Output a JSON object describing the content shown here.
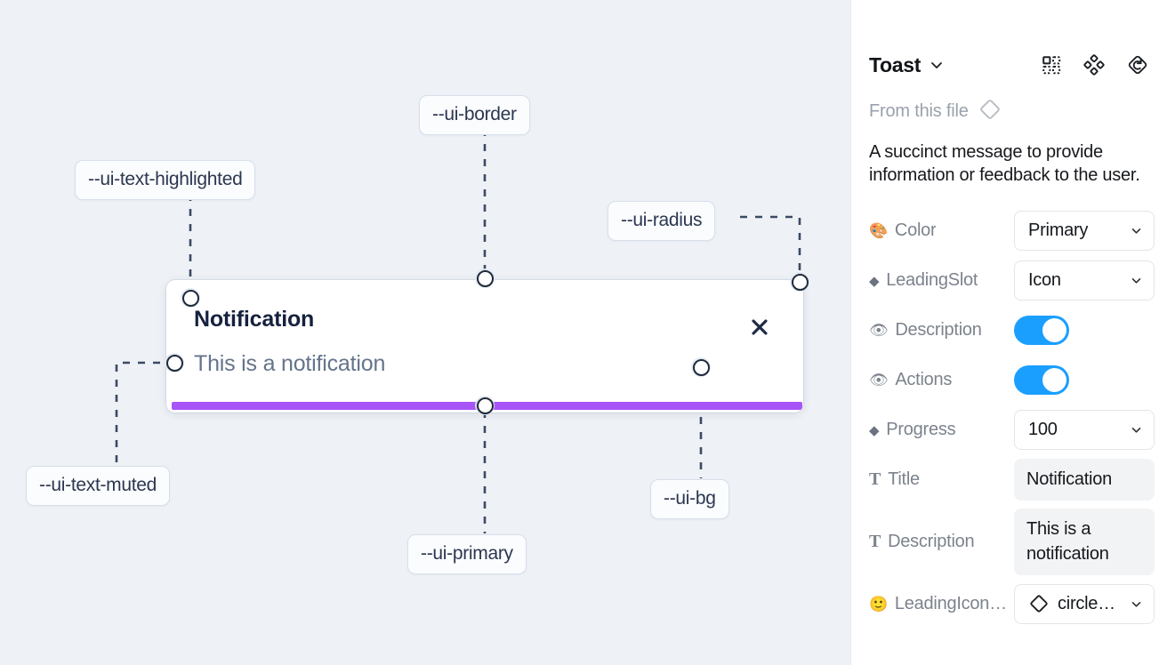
{
  "canvas": {
    "background_color": "#eef1f6",
    "toast": {
      "title": "Notification",
      "description": "This is a notification",
      "close_label": "✕",
      "progress_color": "#a855f7",
      "bg_color": "#ffffff"
    },
    "annotations": [
      {
        "id": "text-highlighted",
        "label": "--ui-text-highlighted"
      },
      {
        "id": "border",
        "label": "--ui-border"
      },
      {
        "id": "radius",
        "label": "--ui-radius"
      },
      {
        "id": "text-muted",
        "label": "--ui-text-muted"
      },
      {
        "id": "primary",
        "label": "--ui-primary"
      },
      {
        "id": "bg",
        "label": "--ui-bg"
      }
    ]
  },
  "panel": {
    "title": "Toast",
    "title_chevron_icon": "chevron-down-icon",
    "header_icons": [
      {
        "name": "component-icon"
      },
      {
        "name": "variants-icon"
      },
      {
        "name": "reset-instance-icon"
      }
    ],
    "from_this_file": {
      "label": "From this file",
      "icon": "diamond-icon"
    },
    "description": "A succinct message to provide information or feedback to the user.",
    "properties": [
      {
        "icon": "🎨",
        "icon_name": "palette-emoji",
        "label": "Color",
        "control": "select",
        "value": "Primary"
      },
      {
        "icon": "◆",
        "icon_name": "diamond-glyph",
        "label": "LeadingSlot",
        "control": "select",
        "value": "Icon"
      },
      {
        "icon": "👁",
        "icon_name": "eye-emoji",
        "label": "Description",
        "control": "toggle",
        "value": "on"
      },
      {
        "icon": "👁",
        "icon_name": "eye-emoji",
        "label": "Actions",
        "control": "toggle",
        "value": "on"
      },
      {
        "icon": "◆",
        "icon_name": "diamond-glyph",
        "label": "Progress",
        "control": "select",
        "value": "100"
      },
      {
        "icon": "T",
        "icon_name": "text-glyph",
        "label": "Title",
        "control": "text",
        "value": "Notification"
      },
      {
        "icon": "T",
        "icon_name": "text-glyph",
        "label": "Description",
        "control": "text",
        "value": "This is a notification"
      },
      {
        "icon": "🙂",
        "icon_name": "smiley-emoji",
        "label": "LeadingIcon…",
        "control": "icon-select",
        "value": "circle…"
      }
    ],
    "accent_color": "#1a9fff"
  }
}
